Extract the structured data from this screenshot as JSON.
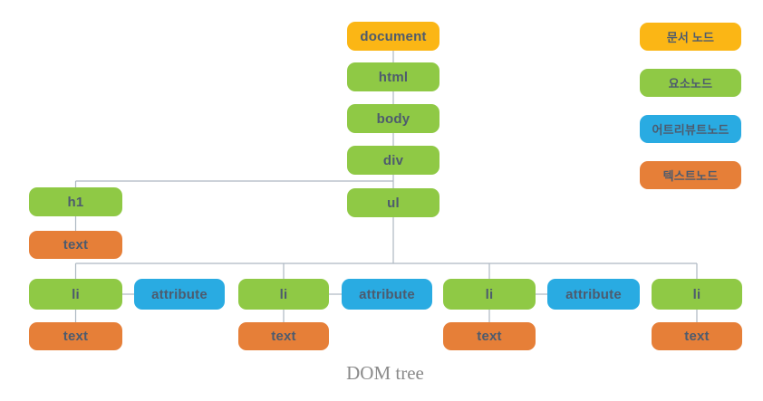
{
  "caption": "DOM tree",
  "nodes": {
    "document": "document",
    "html": "html",
    "body": "body",
    "div": "div",
    "h1": "h1",
    "ul": "ul",
    "li": "li",
    "attribute": "attribute",
    "text": "text"
  },
  "legend": {
    "items": [
      {
        "label": "문서 노드",
        "node_type": "document"
      },
      {
        "label": "요소노드",
        "node_type": "element"
      },
      {
        "label": "어트리뷰트노드",
        "node_type": "attribute"
      },
      {
        "label": "텍스트노드",
        "node_type": "text"
      }
    ]
  },
  "colors": {
    "document_node": "#fbb615",
    "element_node": "#8fc945",
    "attribute_node": "#29abe2",
    "text_node": "#e67f38",
    "connector_line": "#aeb8c2",
    "node_label": "#4d5b6e",
    "caption": "#8a8a8a"
  }
}
